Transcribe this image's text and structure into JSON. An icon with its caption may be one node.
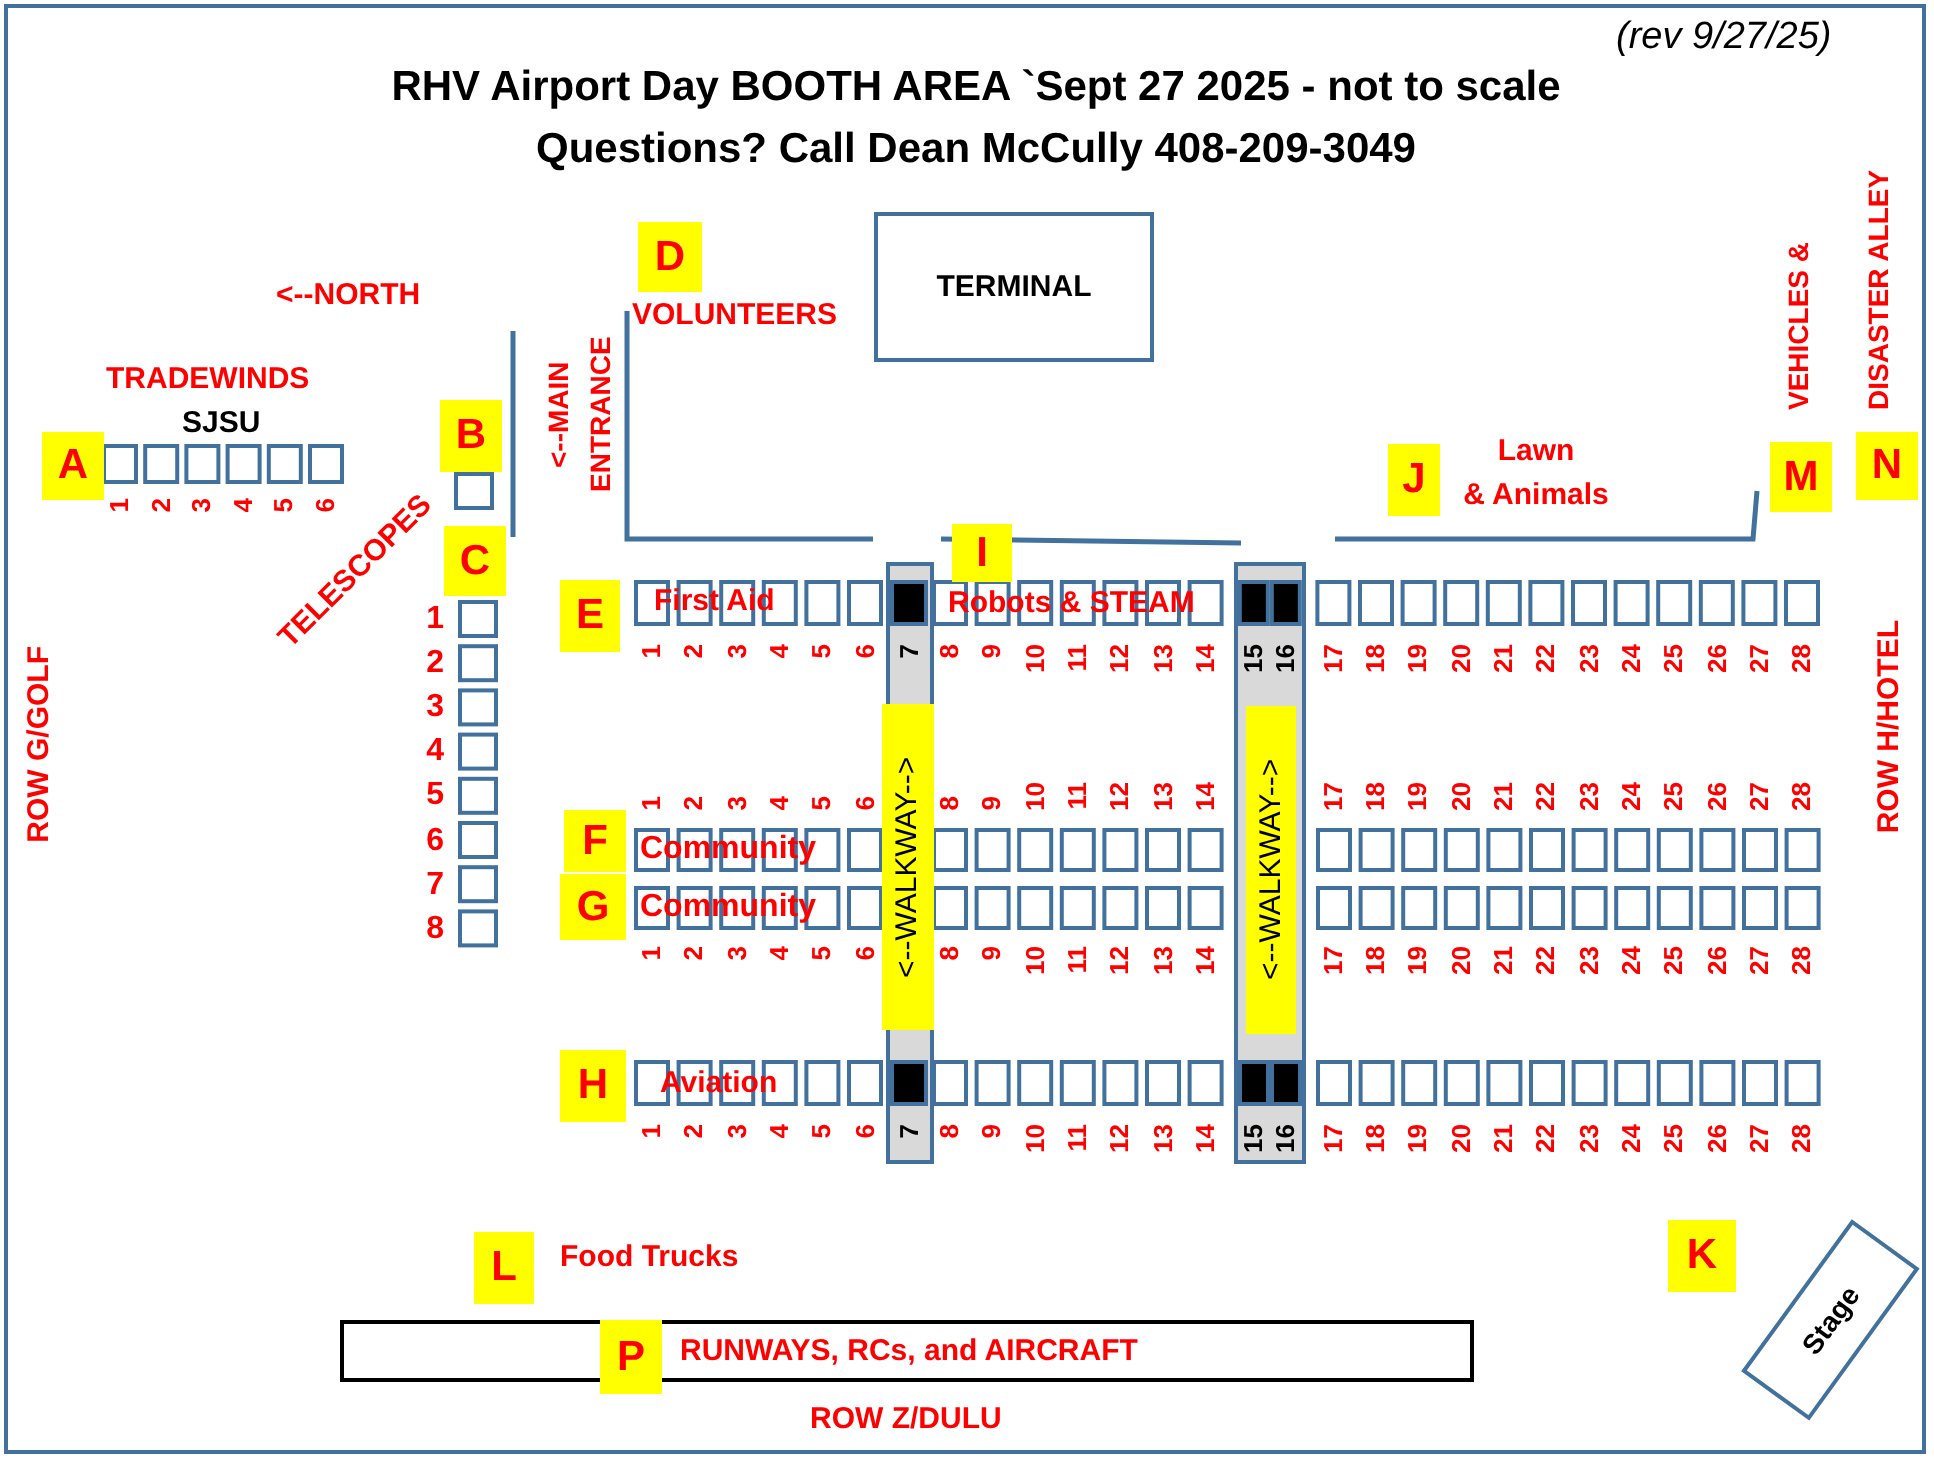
{
  "diagram": {
    "title": "RHV Airport Day BOOTH AREA `Sept 27 2025 - not to scale Questions? Call Dean McCully 408-209-3049",
    "nodes": [
      {
        "text": [
          "D"
        ],
        "beside": [
          "VOLUNTEERS"
        ]
      },
      {
        "text": [
          "TERMINAL"
        ]
      },
      {
        "text": [
          "B"
        ]
      },
      {
        "text": [
          "A"
        ]
      },
      {
        "text": [
          "J"
        ],
        "beside": [
          "Lawn & Animals"
        ]
      },
      {
        "text": [
          "M"
        ]
      },
      {
        "text": [
          "N"
        ]
      },
      {
        "text": [
          "I"
        ]
      },
      {
        "text": [
          "C"
        ]
      },
      {
        "text": [
          "E"
        ]
      },
      {
        "text": [
          "<--WALKWAY-->"
        ]
      },
      {
        "text": [
          "<--WALKWAY-->"
        ]
      },
      {
        "text": [
          "F"
        ]
      },
      {
        "text": [
          "G"
        ]
      },
      {
        "text": [
          "H"
        ]
      },
      {
        "text": [
          "K"
        ]
      },
      {
        "text": [
          "L"
        ],
        "beside": [
          "Food Trucks"
        ]
      },
      {
        "text": [
          "Stage"
        ]
      },
      {
        "text": [
          "RUNWAYS, RCs, and AIRCRAFT"
        ]
      },
      {
        "text": [
          "P"
        ]
      }
    ],
    "labels": [
      "(rev 9/27/25)",
      "<--NORTH",
      "<--MAIN ENTRANCE",
      "VEHICLES & DISASTER ALLEY",
      "TRADEWINDS",
      "SJSU",
      "1",
      "2",
      "3",
      "4",
      "5",
      "6",
      "TELESCOPES",
      "First Aid",
      "Robots & STEAM",
      "1",
      "2",
      "3",
      "4",
      "5",
      "6",
      "7",
      "8",
      "ROW G/GOLF",
      "ROW H/HOTEL",
      "1",
      "2",
      "3",
      "4",
      "5",
      "6",
      "7",
      "8",
      "9",
      "10",
      "11",
      "12",
      "13",
      "14",
      "15",
      "16",
      "17",
      "18",
      "19",
      "20",
      "21",
      "22",
      "23",
      "24",
      "25",
      "26",
      "27",
      "28",
      "1",
      "2",
      "3",
      "4",
      "5",
      "6",
      "8",
      "9",
      "10",
      "11",
      "12",
      "13",
      "14",
      "17",
      "18",
      "19",
      "20",
      "21",
      "22",
      "23",
      "24",
      "25",
      "26",
      "27",
      "28",
      "Community",
      "Community",
      "1",
      "2",
      "3",
      "4",
      "5",
      "6",
      "8",
      "9",
      "10",
      "11",
      "12",
      "13",
      "14",
      "17",
      "18",
      "19",
      "20",
      "21",
      "22",
      "23",
      "24",
      "25",
      "26",
      "27",
      "28",
      "Aviation",
      "1",
      "2",
      "3",
      "4",
      "5",
      "6",
      "7",
      "8",
      "9",
      "10",
      "11",
      "12",
      "13",
      "14",
      "15",
      "16",
      "17",
      "18",
      "19",
      "20",
      "21",
      "22",
      "23",
      "24",
      "25",
      "26",
      "27",
      "28",
      "ROW Z/DULU"
    ]
  }
}
